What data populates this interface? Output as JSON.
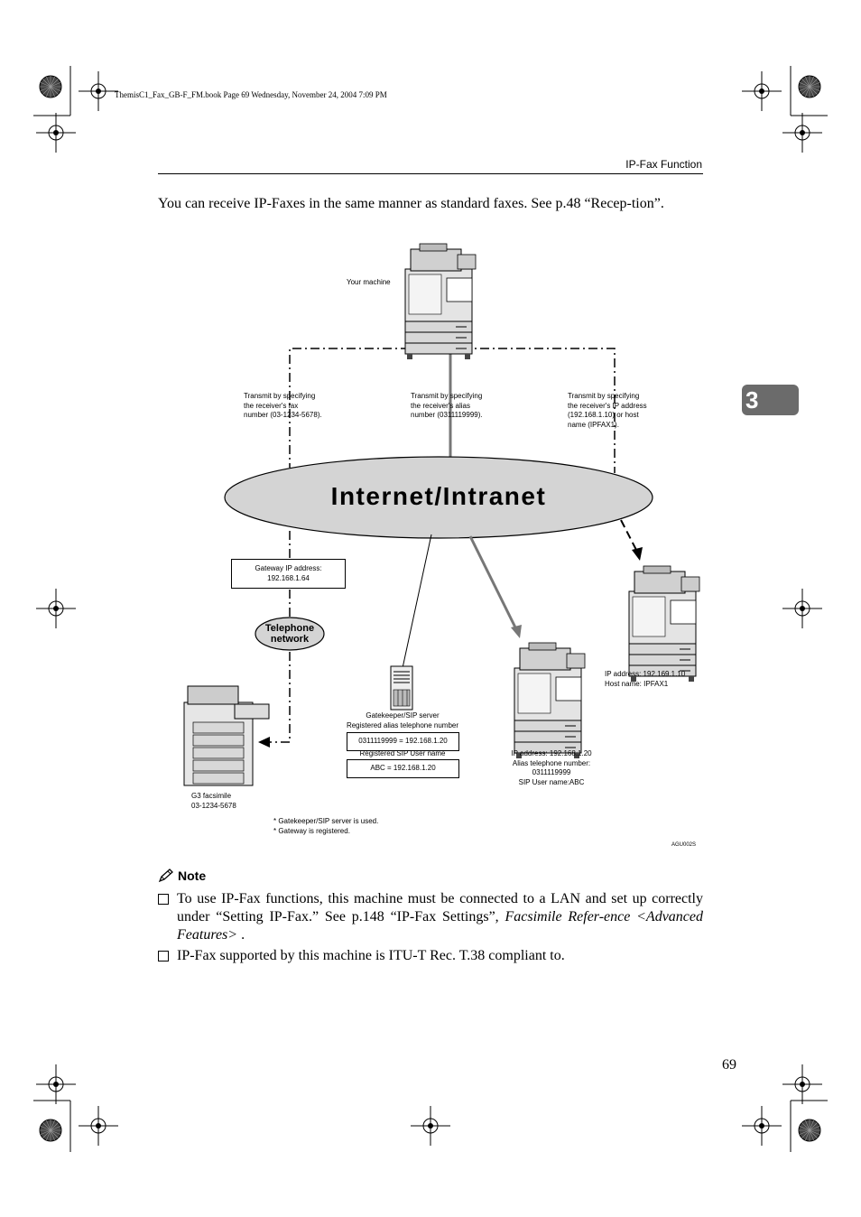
{
  "running_head": "ThemisC1_Fax_GB-F_FM.book  Page 69  Wednesday, November 24, 2004  7:09 PM",
  "header": {
    "section_title": "IP-Fax Function"
  },
  "intro": "You can receive IP-Faxes in the same manner as standard faxes. See p.48 “Recep-tion”.",
  "chapter_tab": "3",
  "diagram": {
    "your_machine_label": "Your machine",
    "transmit_fax_number": [
      "Transmit by specifying",
      "the receiver's fax",
      "number (03-1234-5678)."
    ],
    "transmit_alias": [
      "Transmit by specifying",
      "the receiver's alias",
      "number (0311119999)."
    ],
    "transmit_ip": [
      "Transmit by specifying",
      "the receiver's IP address",
      "(192.168.1.10) or host",
      "name (IPFAX1)."
    ],
    "network_label": "Internet/Intranet",
    "gateway_box": [
      "Gateway IP address:",
      "192.168.1.64"
    ],
    "telephone_network": [
      "Telephone",
      "network"
    ],
    "g3_label": [
      "G3 facsimile",
      "03-1234-5678"
    ],
    "gatekeeper_label": [
      "Gatekeeper/SIP server",
      "Registered alias telephone number"
    ],
    "alias_box": "0311119999 = 192.168.1.20",
    "sip_label": "Registered SIP User name",
    "sip_box": "ABC = 192.168.1.20",
    "receiver_1_label": [
      "IP address: 192.168.1.20",
      "Alias telephone number:",
      "0311119999",
      "SIP User name:ABC"
    ],
    "receiver_2_label": [
      "IP address: 192.169.1.10",
      "Host name: IPFAX1"
    ],
    "footnotes": [
      "* Gatekeeper/SIP server is used.",
      "* Gateway is registered."
    ],
    "figure_code": "AGU002S"
  },
  "note": {
    "heading": "Note",
    "items": [
      {
        "text": "To use IP-Fax functions, this machine must be connected to a LAN and set up correctly under “Setting IP-Fax.” See p.148 “IP-Fax Settings”, ",
        "ref": "Facsimile Refer-ence <Advanced Features>",
        "tail": " ."
      },
      {
        "text": "IP-Fax supported by this machine is ITU-T Rec. T.38 compliant to."
      }
    ]
  },
  "page_number": "69"
}
